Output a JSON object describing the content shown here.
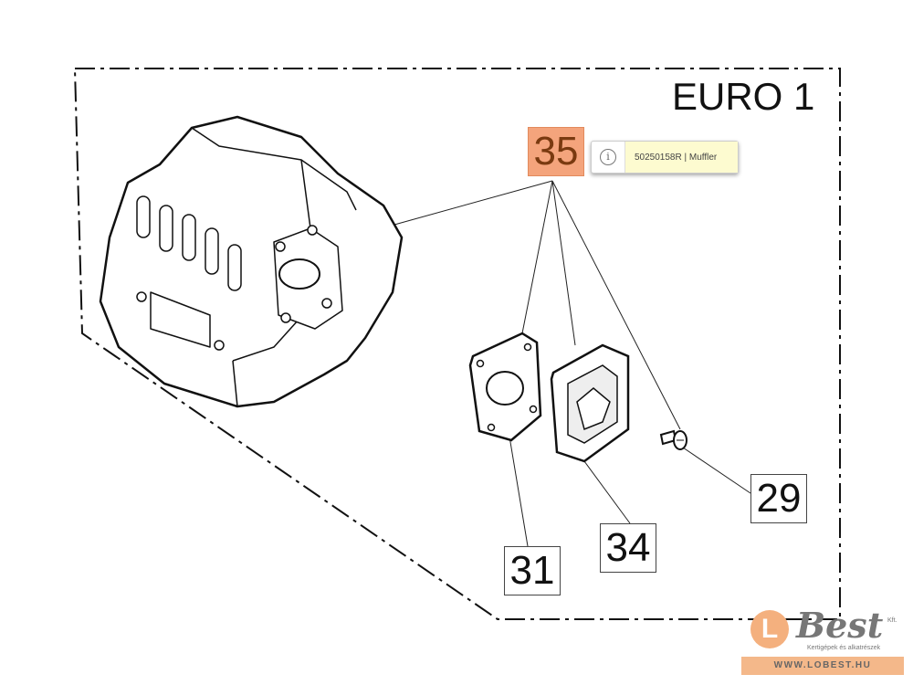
{
  "diagram": {
    "title": "EURO 1",
    "callouts": [
      {
        "number": "35",
        "highlighted": true
      },
      {
        "number": "29",
        "highlighted": false
      },
      {
        "number": "34",
        "highlighted": false
      },
      {
        "number": "31",
        "highlighted": false
      }
    ],
    "tooltip": {
      "icon": "info-icon",
      "text": "50250158R | Muffler"
    },
    "highlight_color": "#f4a47c"
  },
  "logo": {
    "letter": "L",
    "name": "Best",
    "suffix": "Kft.",
    "tagline": "Kertigépek és alkatrészek",
    "url": "WWW.LOBEST.HU"
  }
}
